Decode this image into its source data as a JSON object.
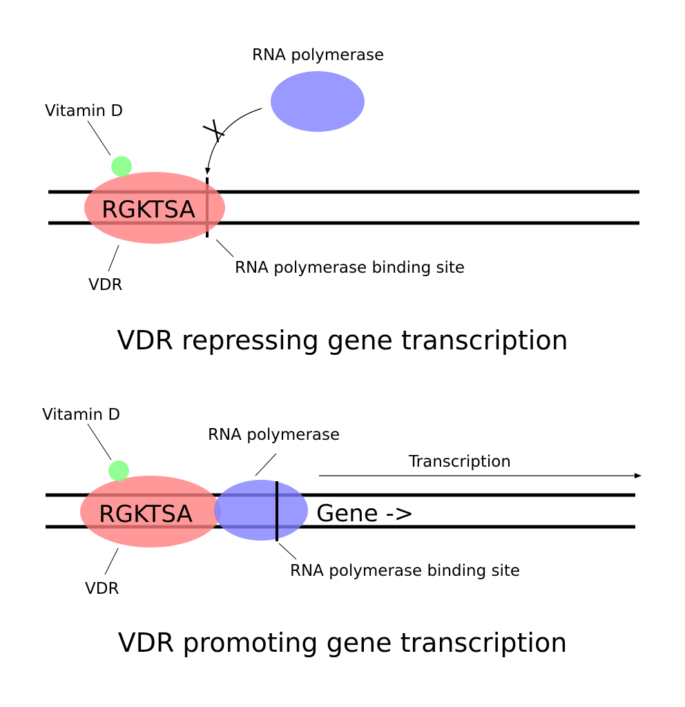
{
  "colors": {
    "vdr": "#ff7f7f",
    "rna_polymerase": "#8080ff",
    "vitamin_d": "#80ff80",
    "dna": "#000000"
  },
  "panels": [
    {
      "title": "VDR repressing gene transcription",
      "labels": {
        "rna_polymerase": "RNA polymerase",
        "vitamin_d": "Vitamin D",
        "vdr_sequence": "RGKTSA",
        "vdr": "VDR",
        "binding_site": "RNA polymerase binding site"
      },
      "binding_blocked": true
    },
    {
      "title": "VDR promoting gene transcription",
      "labels": {
        "rna_polymerase": "RNA polymerase",
        "vitamin_d": "Vitamin D",
        "vdr_sequence": "RGKTSA",
        "vdr": "VDR",
        "binding_site": "RNA polymerase binding site",
        "gene": "Gene ->",
        "transcription": "Transcription"
      },
      "binding_blocked": false
    }
  ]
}
